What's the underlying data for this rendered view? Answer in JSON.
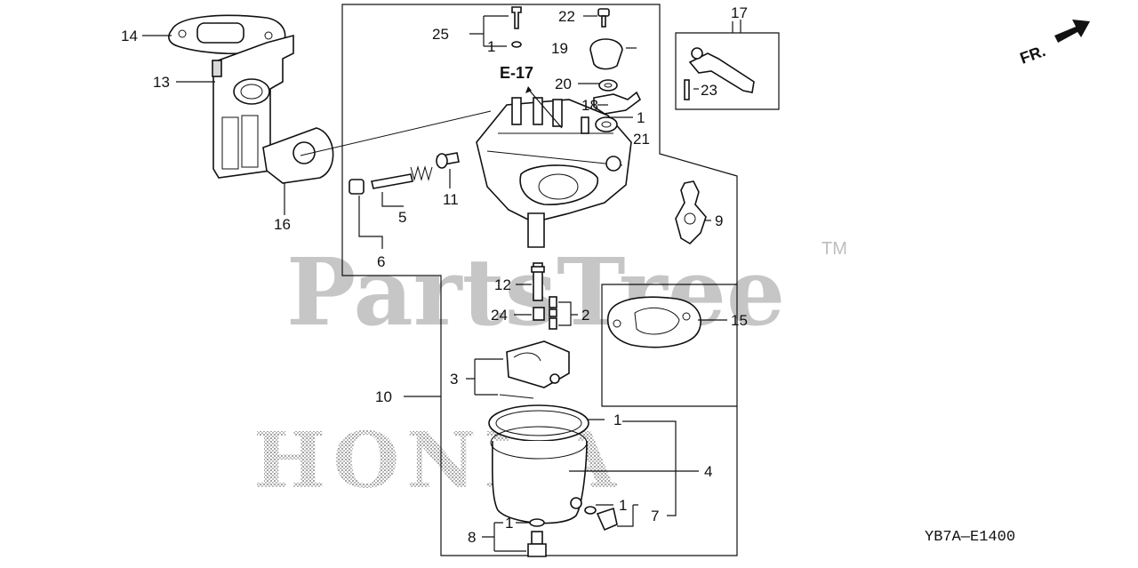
{
  "watermark": {
    "brand": "PartsTree",
    "tm": "TM",
    "maker": "HONDA"
  },
  "diagram_code": "YB7A—E1400",
  "reference": "E-17",
  "direction": "FR.",
  "callouts": {
    "n1a": "1",
    "n1b": "1",
    "n1c": "1",
    "n1d": "1",
    "n1e": "1",
    "n2": "2",
    "n3": "3",
    "n4": "4",
    "n5": "5",
    "n6": "6",
    "n7": "7",
    "n8": "8",
    "n9": "9",
    "n10": "10",
    "n11": "11",
    "n12": "12",
    "n13": "13",
    "n14": "14",
    "n15": "15",
    "n16": "16",
    "n17": "17",
    "n18": "18",
    "n19": "19",
    "n20": "20",
    "n21": "21",
    "n22": "22",
    "n23": "23",
    "n24": "24",
    "n25": "25"
  },
  "colors": {
    "ink": "#111111",
    "watermark": "#bdbdbd"
  }
}
